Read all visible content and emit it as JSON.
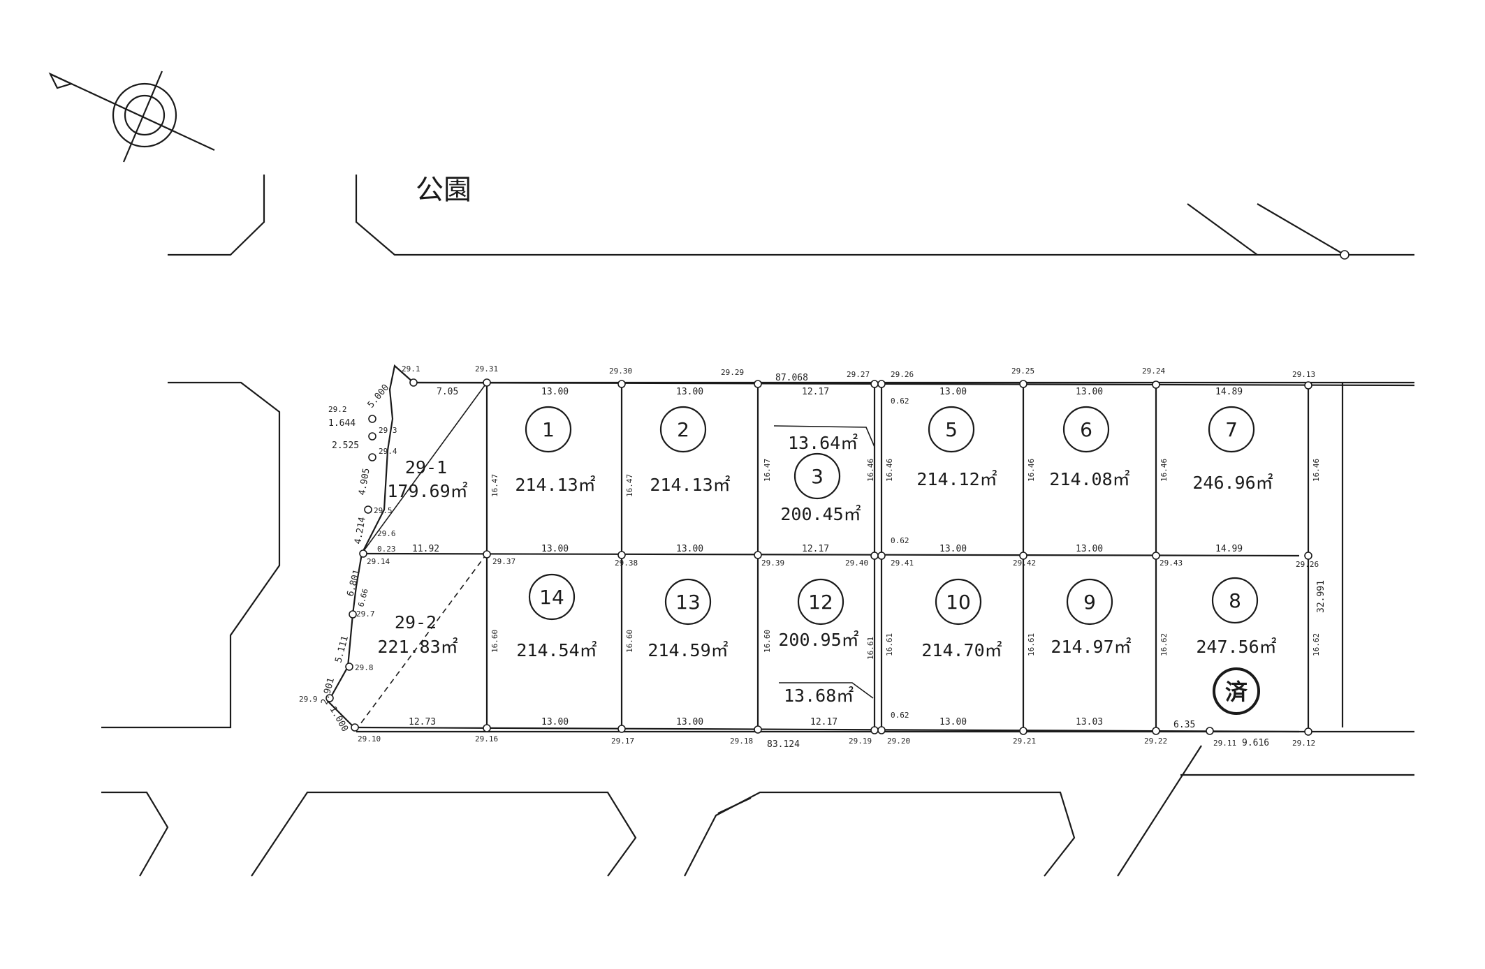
{
  "labels": {
    "park": "公園",
    "sold": "済",
    "total_top": "87.068",
    "total_bottom": "83.124",
    "east_side": "32.991",
    "frontage_8": "9.616",
    "seg_8": "6.35"
  },
  "lots": [
    {
      "id": "1",
      "area": "214.13㎡"
    },
    {
      "id": "2",
      "area": "214.13㎡"
    },
    {
      "id": "3",
      "area": "200.45㎡"
    },
    {
      "id": "5",
      "area": "214.12㎡"
    },
    {
      "id": "6",
      "area": "214.08㎡"
    },
    {
      "id": "7",
      "area": "246.96㎡"
    },
    {
      "id": "8",
      "area": "247.56㎡",
      "status": "済"
    },
    {
      "id": "9",
      "area": "214.97㎡"
    },
    {
      "id": "10",
      "area": "214.70㎡"
    },
    {
      "id": "12",
      "area": "200.95㎡"
    },
    {
      "id": "13",
      "area": "214.59㎡"
    },
    {
      "id": "14",
      "area": "214.54㎡"
    }
  ],
  "west_lots": [
    {
      "id": "29-1",
      "area": "179.69㎡"
    },
    {
      "id": "29-2",
      "area": "221.83㎡"
    }
  ],
  "strips": [
    {
      "area": "13.64㎡"
    },
    {
      "area": "13.68㎡"
    }
  ],
  "top_frontages": [
    "7.05",
    "13.00",
    "13.00",
    "12.17",
    "13.00",
    "13.00",
    "14.89"
  ],
  "mid_frontages": [
    "11.92",
    "13.00",
    "13.00",
    "12.17",
    "13.00",
    "13.00",
    "14.99"
  ],
  "bottom_frontages": [
    "12.73",
    "13.00",
    "13.00",
    "12.17",
    "13.00",
    "13.03"
  ],
  "depths_upper": [
    "16.47",
    "16.47",
    "16.47",
    "16.46",
    "16.46",
    "16.46",
    "16.46",
    "16.46"
  ],
  "depths_lower": [
    "16.60",
    "16.60",
    "16.60",
    "16.61",
    "16.61",
    "16.61",
    "16.62",
    "16.62"
  ],
  "small_dims": [
    "0.62",
    "0.62",
    "0.62"
  ],
  "west_dims": [
    "5.000",
    "1.644",
    "2.525",
    "4.905",
    "4.214",
    "0.23",
    "6.801",
    "6.66",
    "5.111",
    "2.901",
    "1.000"
  ],
  "points": [
    "29.1",
    "29.31",
    "29.30",
    "29.29",
    "29.27",
    "29.26",
    "29.25",
    "29.24",
    "29.13",
    "29.2",
    "29.3",
    "29.4",
    "29.5",
    "29.6",
    "29.14",
    "29.37",
    "29.38",
    "29.39",
    "29.40",
    "29.41",
    "29.42",
    "29.43",
    "29.26",
    "29.7",
    "29.8",
    "29.9",
    "29.10",
    "29.16",
    "29.17",
    "29.18",
    "29.19",
    "29.20",
    "29.21",
    "29.22",
    "29.11",
    "29.12"
  ]
}
